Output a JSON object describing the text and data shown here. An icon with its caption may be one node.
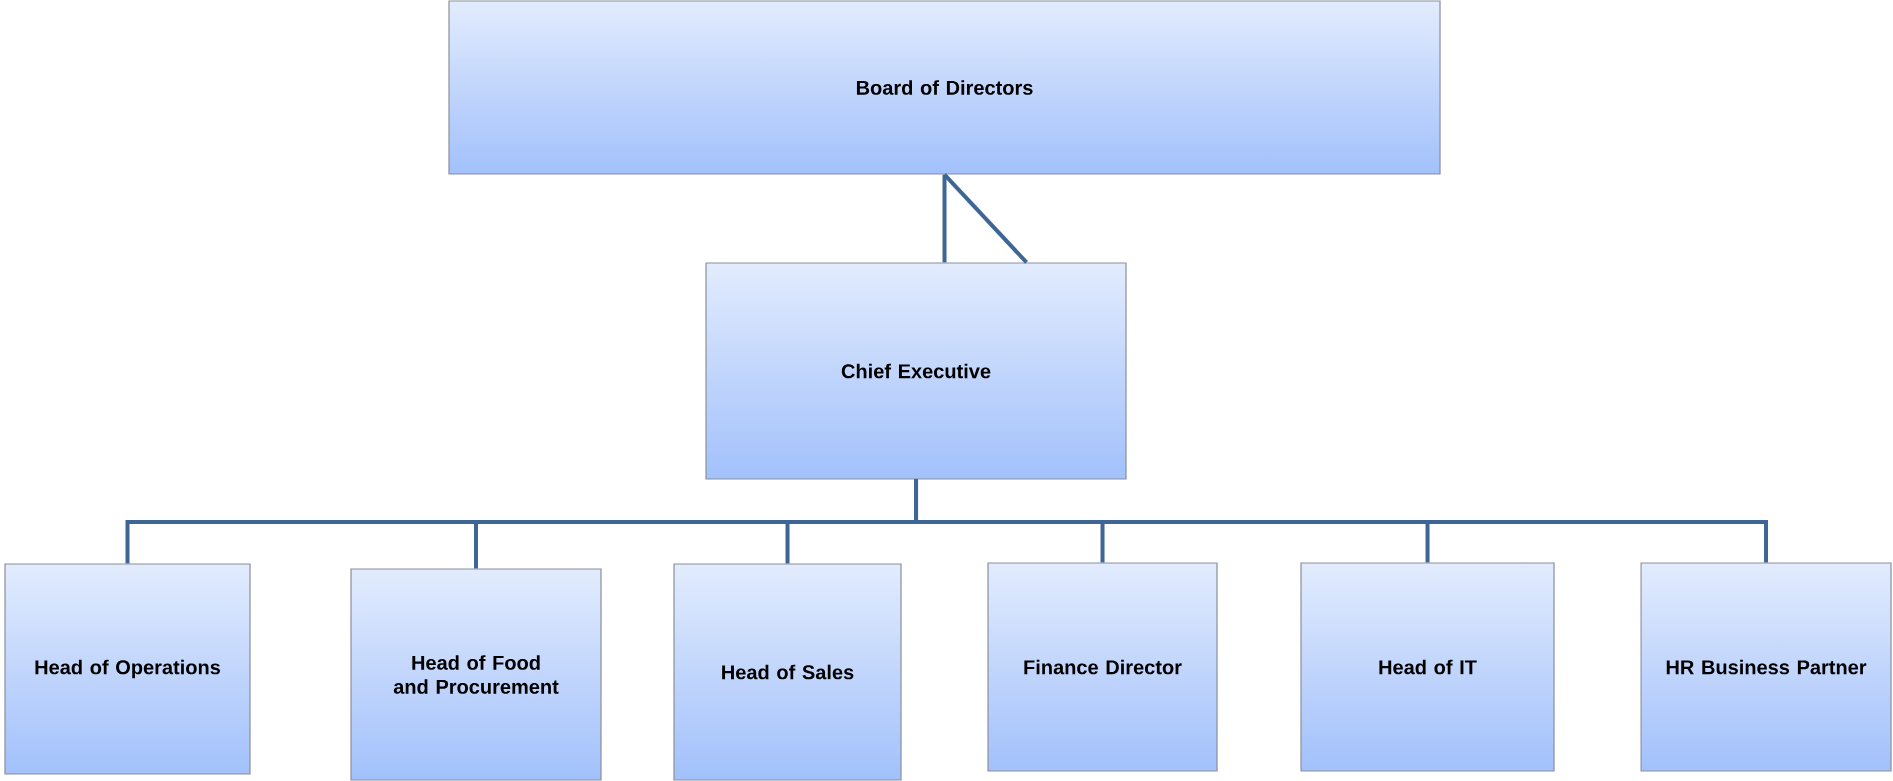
{
  "diagram": {
    "nodes": [
      {
        "text": [
          "Board of Directors"
        ]
      },
      {
        "text": [
          "Chief Executive"
        ]
      },
      {
        "text": [
          "Head of Operations"
        ]
      },
      {
        "text": [
          "Head of Food and Procurement"
        ]
      },
      {
        "text": [
          "Head of Sales"
        ]
      },
      {
        "text": [
          "Finance Director"
        ]
      },
      {
        "text": [
          "Head of IT"
        ]
      },
      {
        "text": [
          "HR Business Partner"
        ]
      }
    ],
    "edges": [
      {
        "from": 0,
        "to": 1,
        "arrow": "none"
      },
      {
        "from": 0,
        "to": 1,
        "arrow": "none"
      },
      {
        "from": 1,
        "to": 2,
        "arrow": "none"
      },
      {
        "from": 1,
        "to": 3,
        "arrow": "none"
      },
      {
        "from": 1,
        "to": 4,
        "arrow": "none"
      },
      {
        "from": 1,
        "to": 5,
        "arrow": "none"
      },
      {
        "from": 1,
        "to": 6,
        "arrow": "none"
      },
      {
        "from": 1,
        "to": 7,
        "arrow": "none"
      }
    ]
  }
}
